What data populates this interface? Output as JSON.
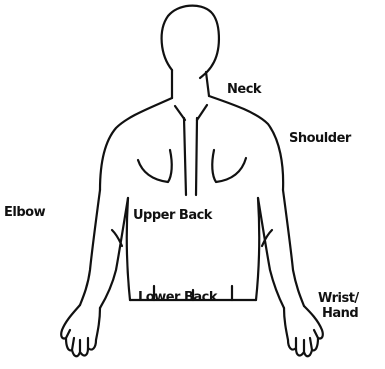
{
  "labels": {
    "neck": "Neck",
    "shoulder": "Shoulder",
    "elbow": "Elbow",
    "upper_back": "Upper Back",
    "lower_back": "Lower Back",
    "wrist": "Wrist/",
    "hand": "Hand"
  },
  "colors": {
    "ink": "#111111",
    "background": "#ffffff"
  }
}
